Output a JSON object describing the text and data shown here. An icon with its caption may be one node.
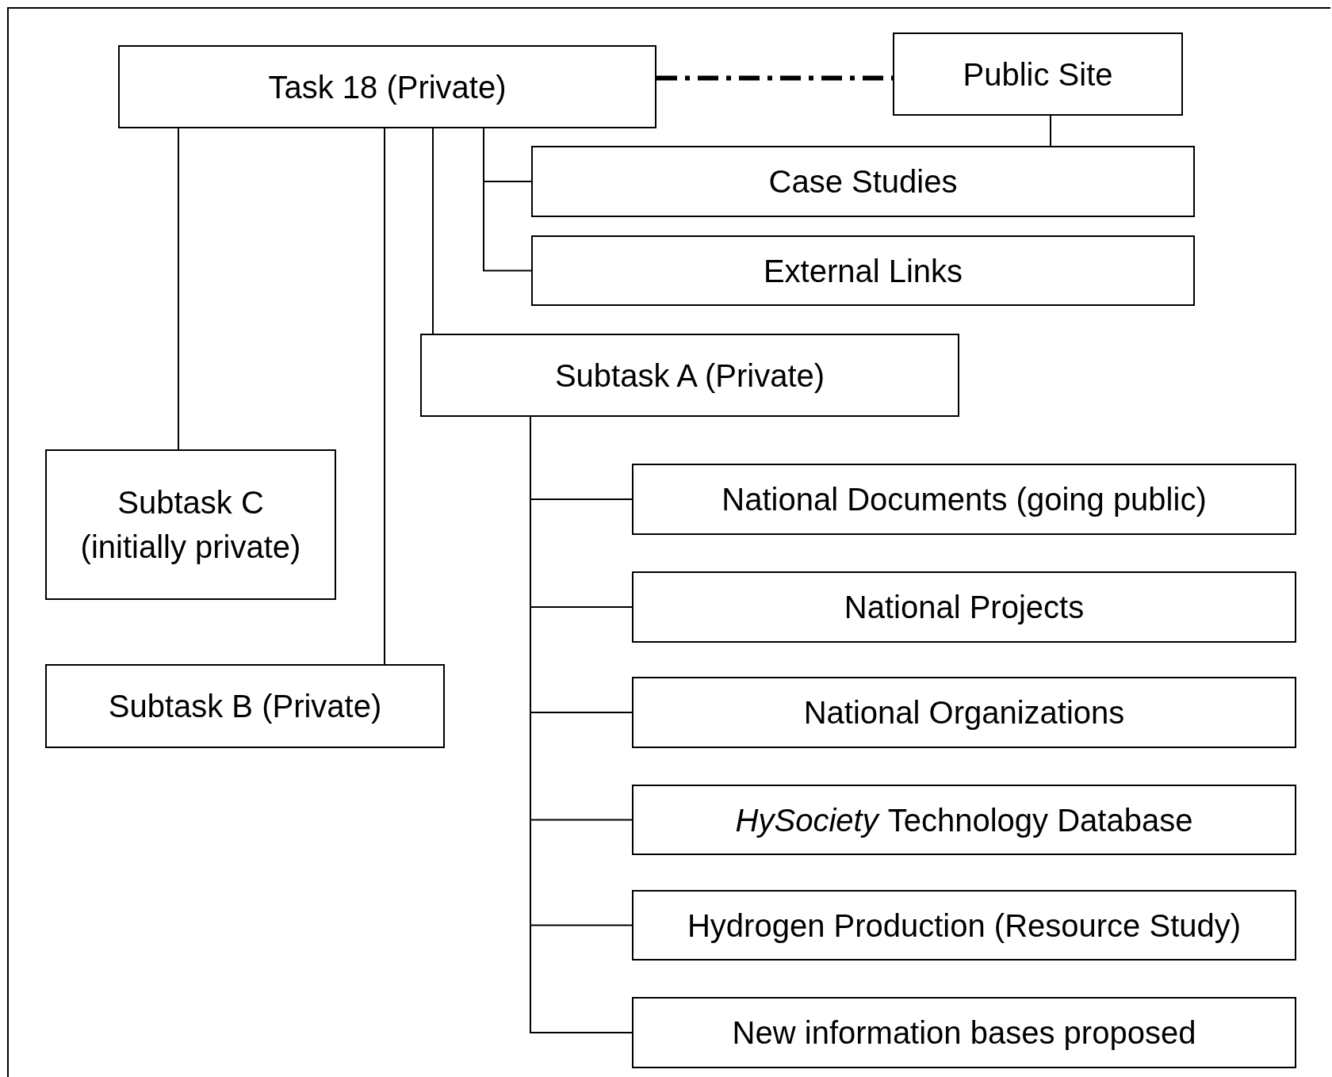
{
  "diagram": {
    "nodes": [
      {
        "text": [
          "Task 18 (Private)"
        ]
      },
      {
        "text": [
          "Public Site"
        ]
      },
      {
        "text": [
          "Case Studies"
        ]
      },
      {
        "text": [
          "External Links"
        ]
      },
      {
        "text": [
          "Subtask A (Private)"
        ]
      },
      {
        "text": [
          "Subtask C (initially private)"
        ]
      },
      {
        "text": [
          "Subtask B (Private)"
        ]
      },
      {
        "text": [
          "National Documents (going public)"
        ]
      },
      {
        "text": [
          "National Projects"
        ]
      },
      {
        "text": [
          "National Organizations"
        ]
      },
      {
        "text": [
          "*HySociety* Technology Database"
        ]
      },
      {
        "text": [
          "Hydrogen Production (Resource Study)"
        ]
      },
      {
        "text": [
          "New information bases proposed"
        ]
      }
    ],
    "edges": [
      {
        "from": 0,
        "to": 1,
        "arrow": "none",
        "style": "dashed"
      },
      {
        "from": 1,
        "to": 2,
        "arrow": "none"
      },
      {
        "from": 0,
        "to": 2,
        "arrow": "none"
      },
      {
        "from": 0,
        "to": 3,
        "arrow": "none"
      },
      {
        "from": 0,
        "to": 4,
        "arrow": "none"
      },
      {
        "from": 0,
        "to": 5,
        "arrow": "none"
      },
      {
        "from": 0,
        "to": 6,
        "arrow": "none"
      },
      {
        "from": 4,
        "to": 7,
        "arrow": "none"
      },
      {
        "from": 4,
        "to": 8,
        "arrow": "none"
      },
      {
        "from": 4,
        "to": 9,
        "arrow": "none"
      },
      {
        "from": 4,
        "to": 10,
        "arrow": "none"
      },
      {
        "from": 4,
        "to": 11,
        "arrow": "none"
      },
      {
        "from": 4,
        "to": 12,
        "arrow": "none"
      }
    ]
  }
}
